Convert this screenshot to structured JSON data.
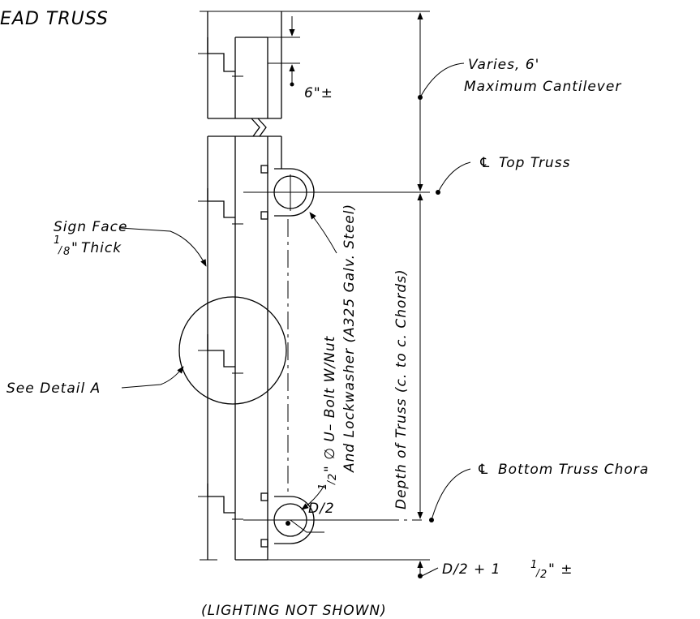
{
  "title": "EAD TRUSS",
  "labels": {
    "tolerance": "6\"±",
    "varies_line1": "Varies, 6'",
    "varies_line2": "Maximum Cantilever",
    "top_truss": "Top Truss",
    "bottom_truss": "Bottom Truss Chora",
    "sign_face_line1": "Sign Face",
    "sign_face_line2": "Thick",
    "sign_face_frac_num": "1",
    "sign_face_frac_den": "8",
    "sign_face_inch": "\"",
    "see_detail": "See Detail A",
    "bolt_frac_num": "1",
    "bolt_frac_den": "2",
    "bolt_line1": "\" ∅ U– Bolt W/Nut",
    "bolt_line2": "And Lockwasher (A325 Galv. Steel)",
    "depth": "Depth of Truss (c. to c. Chords)",
    "d_half": "D/2",
    "bottom_dim_left": "D/2 + 1",
    "bottom_dim_frac_num": "1",
    "bottom_dim_frac_den": "2",
    "bottom_dim_right": "\" ±",
    "footer": "(LIGHTING NOT SHOWN)"
  },
  "symbols": {
    "centerline": "℄"
  }
}
